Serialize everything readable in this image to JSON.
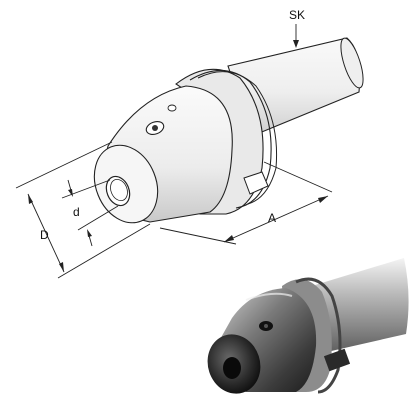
{
  "labels": {
    "sk": "SK",
    "a": "A",
    "d_small": "d",
    "d_big": "D"
  },
  "colors": {
    "line": "#222222",
    "body_fill": "#f2f2f2",
    "body_shade": "#d6d6d6",
    "metal_dark": "#3a3a3a",
    "metal_light": "#e6e6e6"
  }
}
